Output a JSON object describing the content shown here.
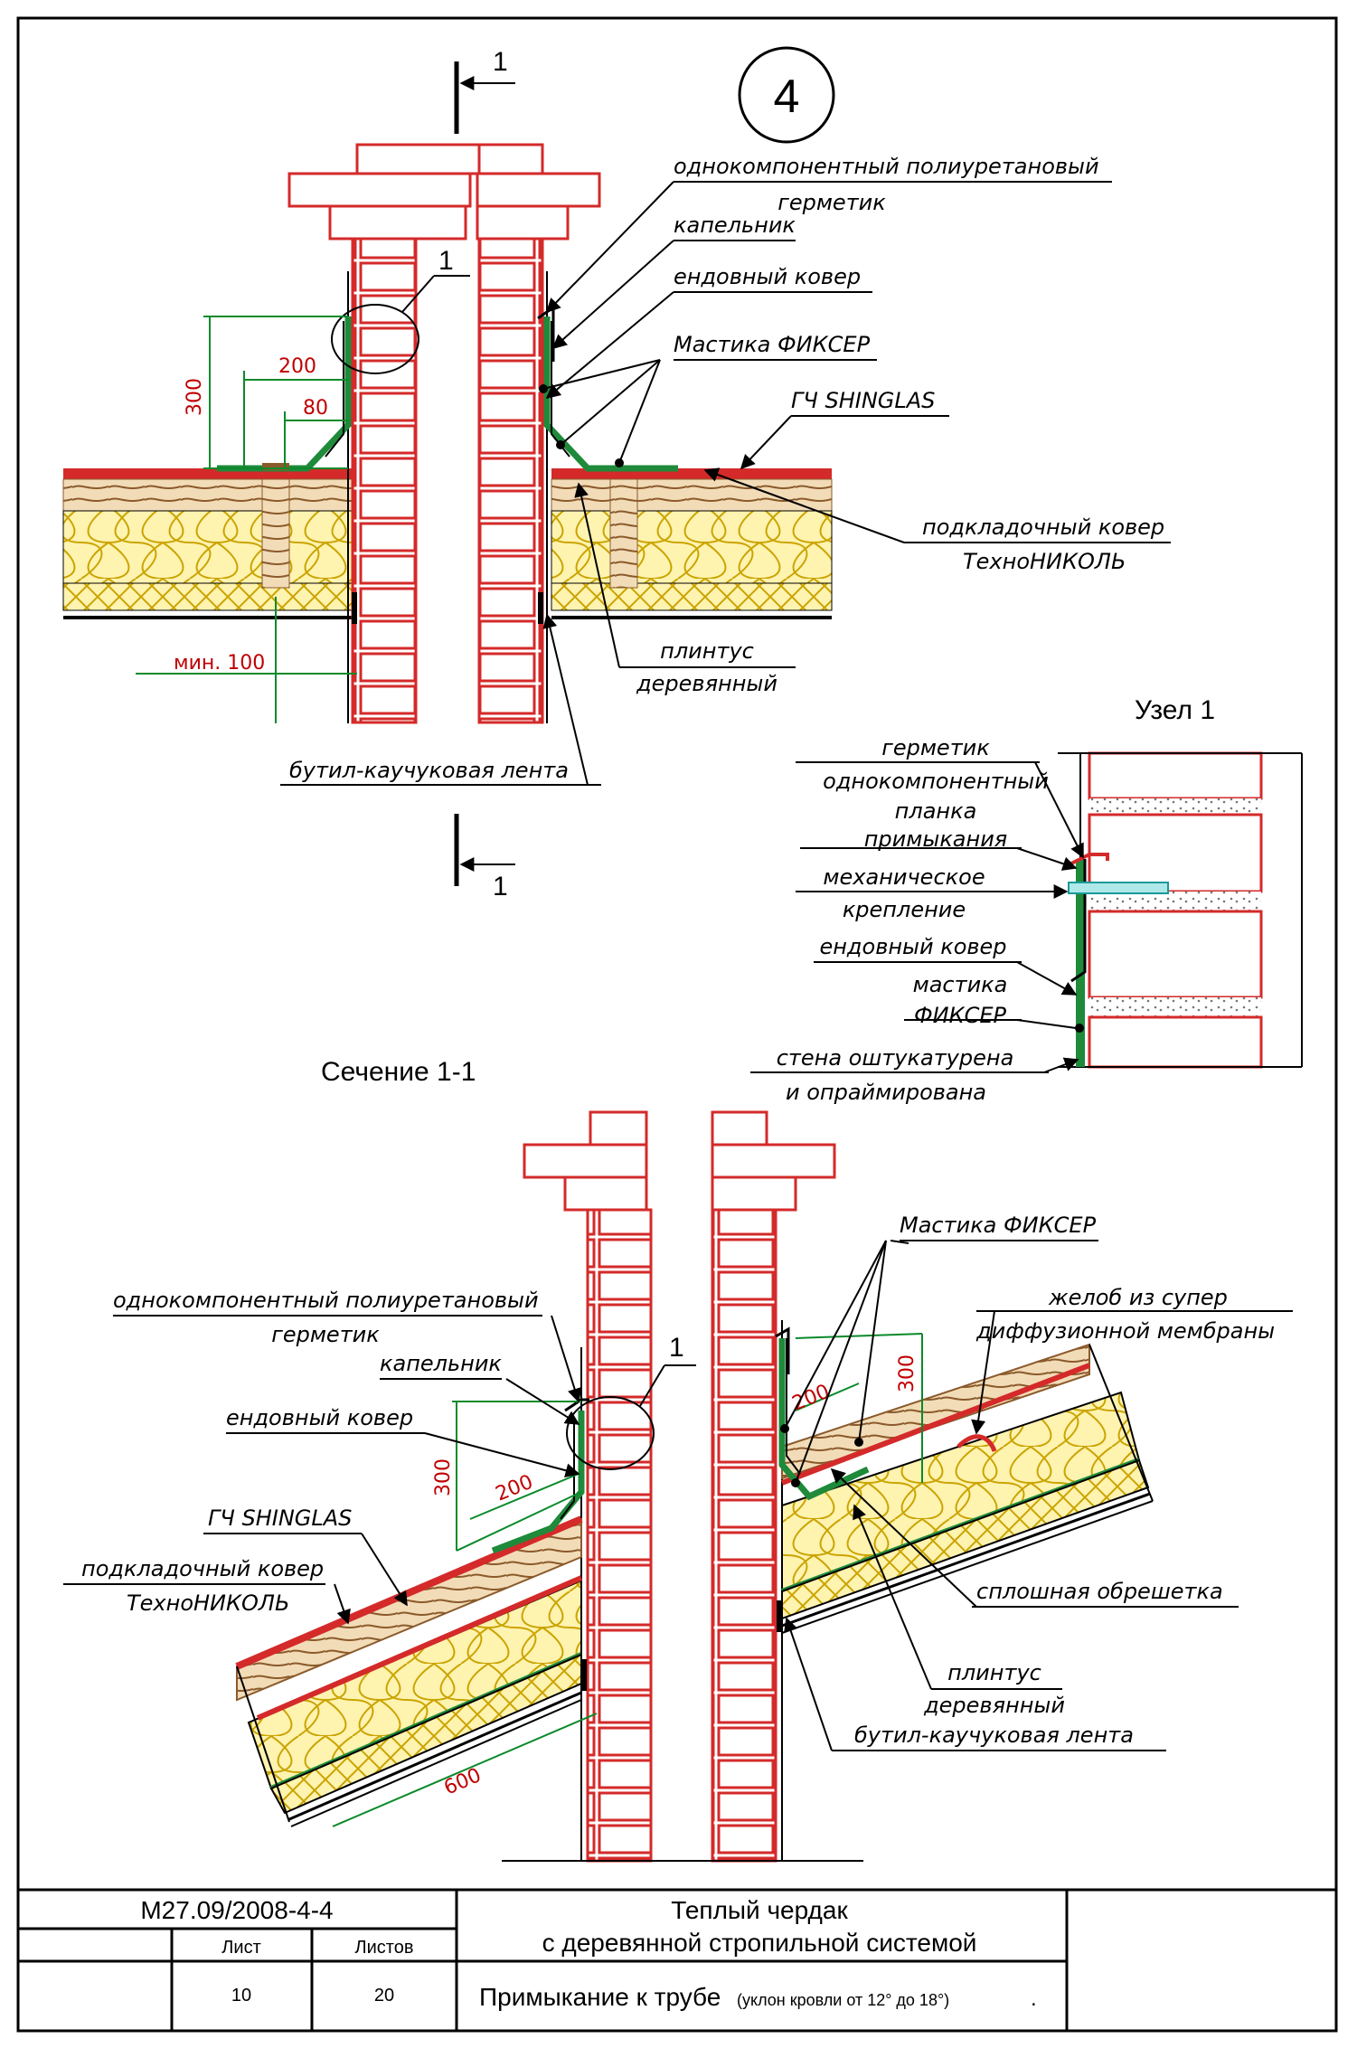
{
  "sheet_number": "4",
  "section_marks": [
    "1",
    "1",
    "1",
    "1"
  ],
  "top_view": {
    "labels": {
      "sealant_line1": "однокомпонентный полиуретановый",
      "sealant_line2": "герметик",
      "drip": "капельник",
      "valley_carpet": "ендовный ковер",
      "mastic": "Мастика ФИКСЕР",
      "shingles": "ГЧ SHINGLAS",
      "underlay_line1": "подкладочный ковер",
      "underlay_line2": "ТехноНИКОЛЬ",
      "plinth_line1": "плинтус",
      "plinth_line2": "деревянный",
      "butyl_tape": "бутил-каучуковая лента"
    },
    "dims": {
      "d300": "300",
      "d200": "200",
      "d80": "80",
      "dmin100": "мин. 100"
    },
    "callout": "1"
  },
  "node1": {
    "title": "Узел 1",
    "labels": {
      "sealant_a": "герметик",
      "sealant_b": "однокомпонентный",
      "strip_a": "планка",
      "strip_b": "примыкания",
      "fix_a": "механическое",
      "fix_b": "крепление",
      "carpet": "ендовный ковер",
      "mastic_a": "мастика",
      "mastic_b": "ФИКСЕР",
      "wall_a": "стена оштукатурена",
      "wall_b": "и опраймирована"
    }
  },
  "section": {
    "title": "Сечение 1-1",
    "labels": {
      "mastic": "Мастика ФИКСЕР",
      "gutter_a": "желоб из супер",
      "gutter_b": "диффузионной мембраны",
      "sealant_line1": "однокомпонентный полиуретановый",
      "sealant_line2": "герметик",
      "drip": "капельник",
      "valley_carpet": "ендовный ковер",
      "shingles": "ГЧ SHINGLAS",
      "underlay_line1": "подкладочный ковер",
      "underlay_line2": "ТехноНИКОЛЬ",
      "sheathing": "сплошная обрешетка",
      "plinth_line1": "плинтус",
      "plinth_line2": "деревянный",
      "butyl_tape": "бутил-каучуковая лента"
    },
    "dims": {
      "l300": "300",
      "l200": "200",
      "r300": "300",
      "r200": "200",
      "d600": "600"
    },
    "callout": "1"
  },
  "title_block": {
    "code": "М27.09/2008-4-4",
    "sheet_label": "Лист",
    "sheets_label": "Листов",
    "sheet_value": "10",
    "sheets_value": "20",
    "title_line1": "Теплый чердак",
    "title_line2": "с деревянной стропильной системой",
    "subject": "Примыкание к трубе",
    "slope_note": "(уклон кровли от 12° до 18°)",
    "dot": "."
  },
  "colors": {
    "brick": "#d42a2a",
    "insulation": "#fff3b0",
    "wood": "#8b5a2b",
    "green_layer": "#1e8a3a",
    "dim_green": "#0a8a2a",
    "dim_text": "#c00000"
  }
}
